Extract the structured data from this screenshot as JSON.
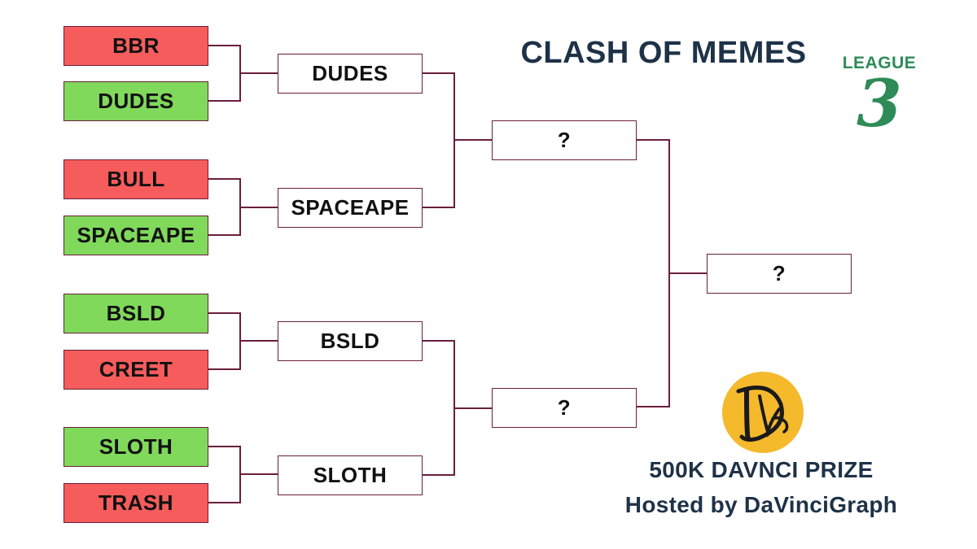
{
  "title": "CLASH OF MEMES",
  "league": {
    "label": "LEAGUE",
    "number": "3"
  },
  "colors": {
    "loser": "#f75c5c",
    "winner": "#80d95b",
    "line": "#6b1e3c",
    "title": "#1e3247",
    "league": "#2e8b57",
    "logo_bg": "#f5b92c"
  },
  "round1": [
    {
      "name": "BBR",
      "result": "loser"
    },
    {
      "name": "DUDES",
      "result": "winner"
    },
    {
      "name": "BULL",
      "result": "loser"
    },
    {
      "name": "SPACEAPE",
      "result": "winner"
    },
    {
      "name": "BSLD",
      "result": "winner"
    },
    {
      "name": "CREET",
      "result": "loser"
    },
    {
      "name": "SLOTH",
      "result": "winner"
    },
    {
      "name": "TRASH",
      "result": "loser"
    }
  ],
  "round2": [
    "DUDES",
    "SPACEAPE",
    "BSLD",
    "SLOTH"
  ],
  "semifinals": [
    "?",
    "?"
  ],
  "final": "?",
  "logo": {
    "icon": "davinci-logo-icon",
    "letters": "Dv"
  },
  "prize": "500K DAVNCI PRIZE",
  "host": "Hosted by DaVinciGraph"
}
